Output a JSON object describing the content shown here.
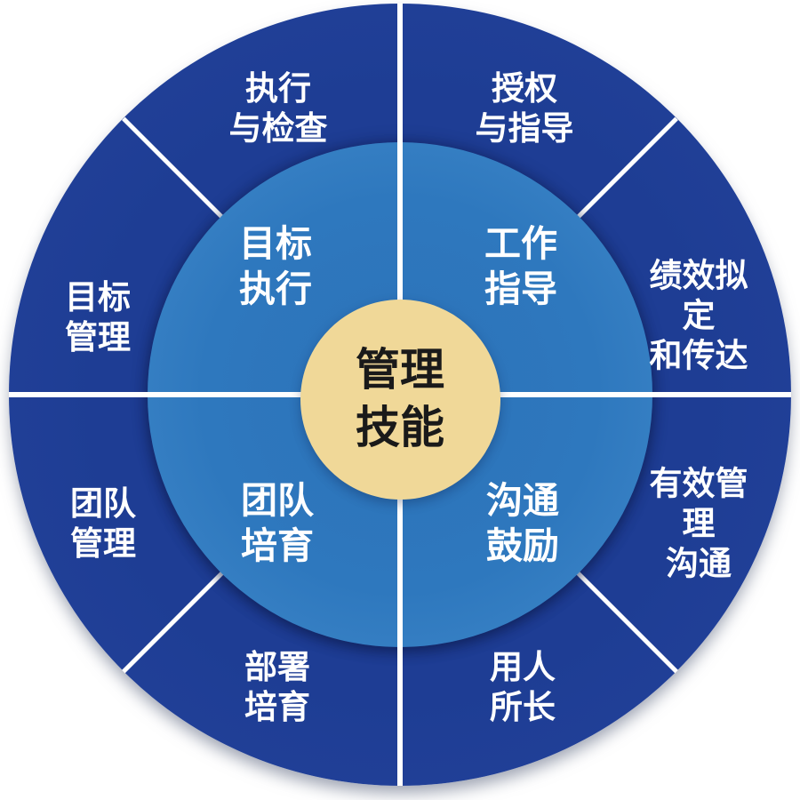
{
  "colors": {
    "outer_ring_blue": "#1e3d94",
    "outer_ring_blue_edge": "#24439c",
    "inner_ring_blue": "#2e78be",
    "inner_ring_blue_deep": "#2c72b8",
    "inner_ring_blue_rim": "#4189ca",
    "center_yellow": "#f0d898",
    "divider_white": "#ffffff",
    "label_text": "#ffffff",
    "center_text": "#1a1a1a"
  },
  "center": {
    "label": "管理\n技能"
  },
  "inner_ring": {
    "quadrants": [
      {
        "id": "goal-execution",
        "label": "目标\n执行"
      },
      {
        "id": "work-guidance",
        "label": "工作\n指导"
      },
      {
        "id": "team-development",
        "label": "团队\n培育"
      },
      {
        "id": "communication-encouragement",
        "label": "沟通\n鼓励"
      }
    ]
  },
  "outer_ring": {
    "segments": [
      {
        "id": "execution-and-inspection",
        "label": "执行\n与检查"
      },
      {
        "id": "delegation-and-guidance",
        "label": "授权\n与指导"
      },
      {
        "id": "performance-planning-and-delivery",
        "label": "绩效拟定\n和传达"
      },
      {
        "id": "effective-management-communication",
        "label": "有效管理\n沟通"
      },
      {
        "id": "use-people-strengths",
        "label": "用人\n所长"
      },
      {
        "id": "deployment-and-development",
        "label": "部署\n培育"
      },
      {
        "id": "team-management",
        "label": "团队\n管理"
      },
      {
        "id": "goal-management",
        "label": "目标\n管理"
      }
    ]
  }
}
